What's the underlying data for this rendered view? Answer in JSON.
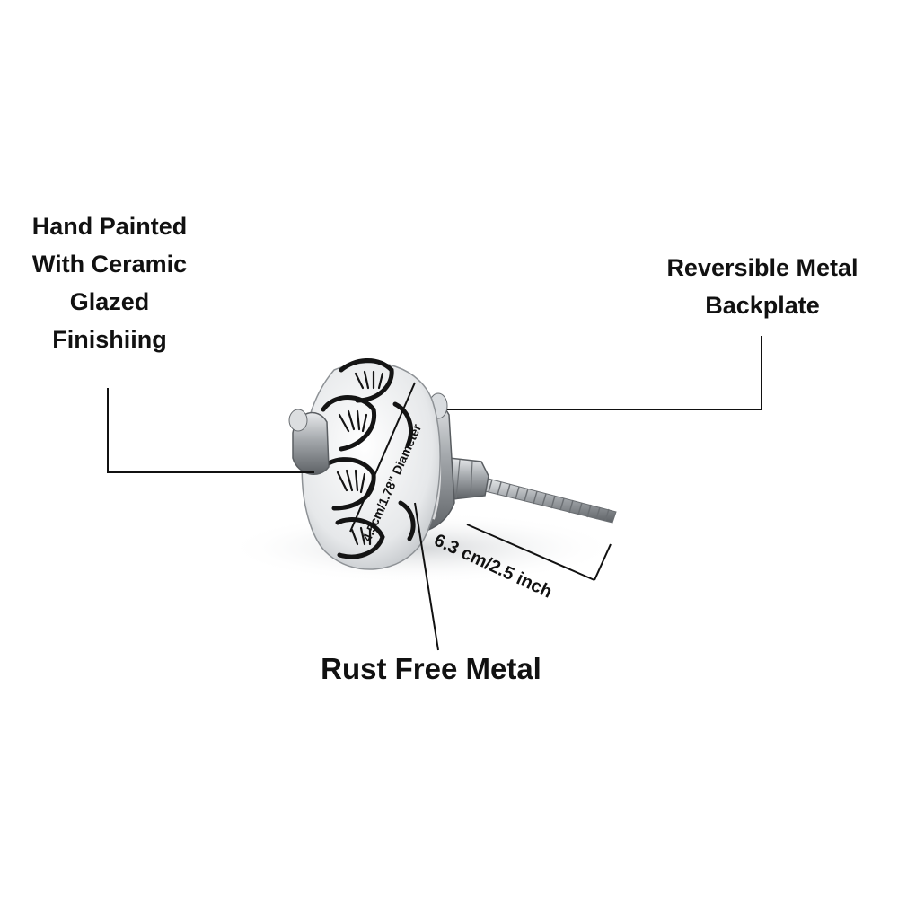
{
  "labels": {
    "hand_painted": [
      "Hand Painted",
      "With Ceramic",
      "Glazed",
      "Finishiing"
    ],
    "backplate": [
      "Reversible Metal",
      "Backplate"
    ],
    "rust_free": "Rust Free Metal"
  },
  "dimensions": {
    "diameter": "4.5cm/1.78\" Diameter",
    "length": "6.3 cm/2.5 inch"
  },
  "colors": {
    "background": "#ffffff",
    "text": "#111111",
    "ceramic": "#eef0f2",
    "pattern": "#141414",
    "metal": "#a9adb2"
  }
}
